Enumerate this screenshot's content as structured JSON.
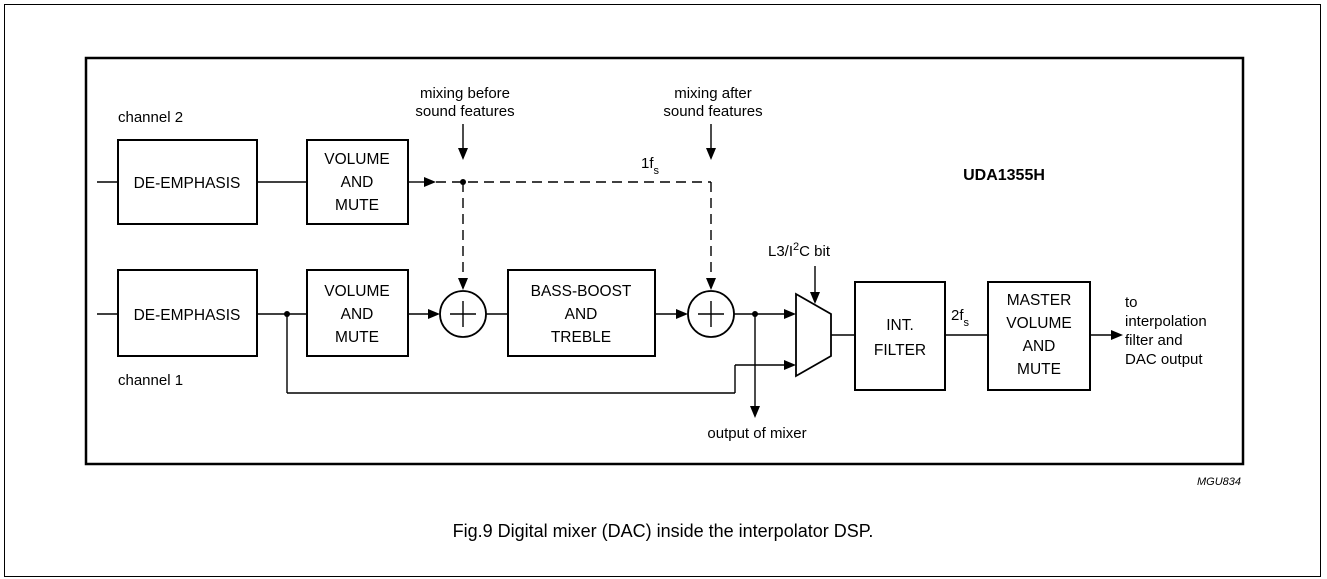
{
  "chip": "UDA1355H",
  "labels": {
    "channel2": "channel 2",
    "channel1": "channel 1",
    "mix_before_1": "mixing before",
    "mix_before_2": "sound features",
    "mix_after_1": "mixing after",
    "mix_after_2": "sound features",
    "fs1_base": "1f",
    "fs1_sub": "s",
    "fs2_base": "2f",
    "fs2_sub": "s",
    "l3_pre": "L3/I",
    "l3_sup": "2",
    "l3_post": "C bit",
    "output_mixer": "output of mixer",
    "to_1": "to",
    "to_2": "interpolation",
    "to_3": "filter and",
    "to_4": "DAC output"
  },
  "blocks": {
    "deemph2": "DE-EMPHASIS",
    "deemph1": "DE-EMPHASIS",
    "vol2": [
      "VOLUME",
      "AND",
      "MUTE"
    ],
    "vol1": [
      "VOLUME",
      "AND",
      "MUTE"
    ],
    "bass": [
      "BASS-BOOST",
      "AND",
      "TREBLE"
    ],
    "intf": [
      "INT.",
      "FILTER"
    ],
    "master": [
      "MASTER",
      "VOLUME",
      "AND",
      "MUTE"
    ]
  },
  "code": "MGU834",
  "caption": "Fig.9  Digital mixer (DAC) inside the interpolator DSP."
}
